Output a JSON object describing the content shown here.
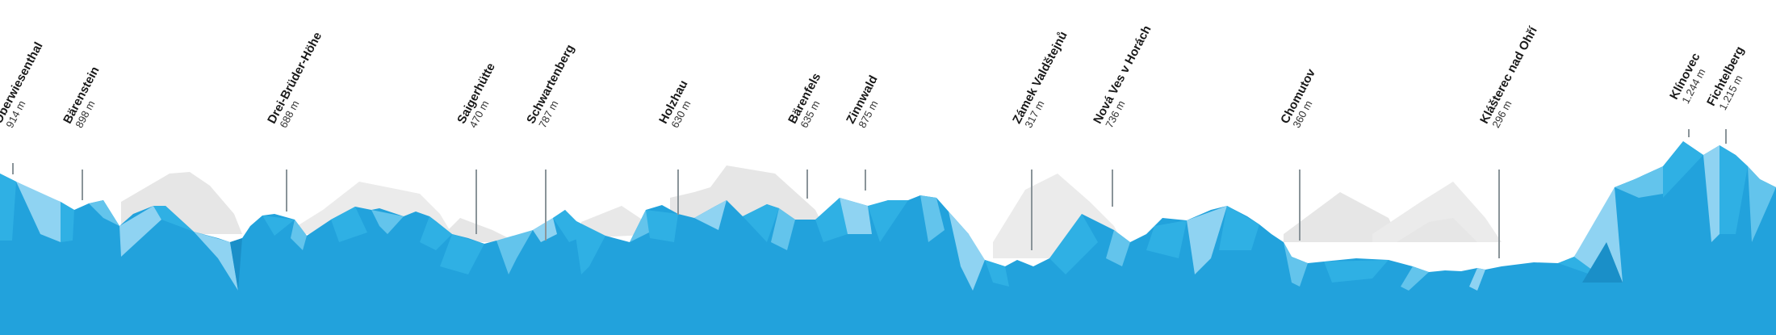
{
  "colors": {
    "background": "#ffffff",
    "ridge_far": "#e6e6e6",
    "ridge_far_light": "#f0f0f0",
    "ridge_base": "#22a2dc",
    "ridge_mid": "#2fb0e4",
    "ridge_light": "#63c4ec",
    "ridge_pale": "#8fd3f2",
    "ridge_deep": "#1a8fc8",
    "leader": "#8a9499",
    "text": "#1a1a1a"
  },
  "peaks": [
    {
      "name": "Oberwiesenthal",
      "altitude": "914 m"
    },
    {
      "name": "Bärenstein",
      "altitude": "898 m"
    },
    {
      "name": "Drei-Brüder-Höhe",
      "altitude": "688 m"
    },
    {
      "name": "Saigerhütte",
      "altitude": "470 m"
    },
    {
      "name": "Schwartenberg",
      "altitude": "787 m"
    },
    {
      "name": "Holzhau",
      "altitude": "630 m"
    },
    {
      "name": "Bärenfels",
      "altitude": "635 m"
    },
    {
      "name": "Zinnwald",
      "altitude": "875 m"
    },
    {
      "name": "Zámek Valdštejnů",
      "altitude": "317 m"
    },
    {
      "name": "Nová Ves v Horách",
      "altitude": "736 m"
    },
    {
      "name": "Chomutov",
      "altitude": "360 m"
    },
    {
      "name": "Klášterec nad Ohří",
      "altitude": "296 m"
    },
    {
      "name": "Klínovec",
      "altitude": "1.244 m"
    },
    {
      "name": "Fichtelberg",
      "altitude": "1.215 m"
    }
  ]
}
